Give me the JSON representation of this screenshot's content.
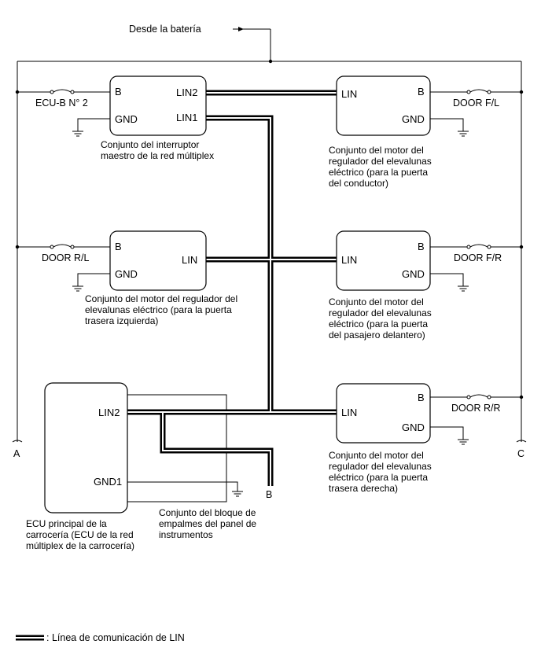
{
  "battery_label": "Desde la batería",
  "connectors": {
    "a": "A",
    "b": "B",
    "c": "C"
  },
  "fuses": {
    "ecu_b": "ECU-B N° 2",
    "door_rl": "DOOR R/L",
    "door_fl": "DOOR F/L",
    "door_fr": "DOOR F/R",
    "door_rr": "DOOR R/R"
  },
  "components": {
    "master_switch": {
      "pins": {
        "b": "B",
        "gnd": "GND",
        "lin2": "LIN2",
        "lin1": "LIN1"
      },
      "caption": [
        "Conjunto del interruptor",
        "maestro de la red múltiplex"
      ]
    },
    "driver_motor": {
      "pins": {
        "lin": "LIN",
        "b": "B",
        "gnd": "GND"
      },
      "caption": [
        "Conjunto del motor del",
        "regulador del elevalunas",
        "eléctrico (para la puerta",
        "del conductor)"
      ]
    },
    "rear_left_motor": {
      "pins": {
        "b": "B",
        "gnd": "GND",
        "lin": "LIN"
      },
      "caption": [
        "Conjunto del motor del regulador del",
        "elevalunas eléctrico (para la puerta",
        "trasera izquierda)"
      ]
    },
    "front_passenger_motor": {
      "pins": {
        "lin": "LIN",
        "b": "B",
        "gnd": "GND"
      },
      "caption": [
        "Conjunto del motor del",
        "regulador del elevalunas",
        "eléctrico (para la puerta",
        "del pasajero delantero)"
      ]
    },
    "rear_right_motor": {
      "pins": {
        "lin": "LIN",
        "b": "B",
        "gnd": "GND"
      },
      "caption": [
        "Conjunto del motor del",
        "regulador del elevalunas",
        "eléctrico (para la puerta",
        "trasera derecha)"
      ]
    },
    "body_ecu": {
      "pins": {
        "lin2": "LIN2",
        "gnd1": "GND1"
      },
      "caption": [
        "ECU principal de la",
        "carrocería (ECU de la red",
        "múltiplex de la carrocería)"
      ]
    },
    "junction_block": {
      "caption": [
        "Conjunto del bloque de",
        "empalmes del panel de",
        "instrumentos"
      ]
    }
  },
  "legend": {
    "text": ": Línea de comunicación de LIN"
  }
}
